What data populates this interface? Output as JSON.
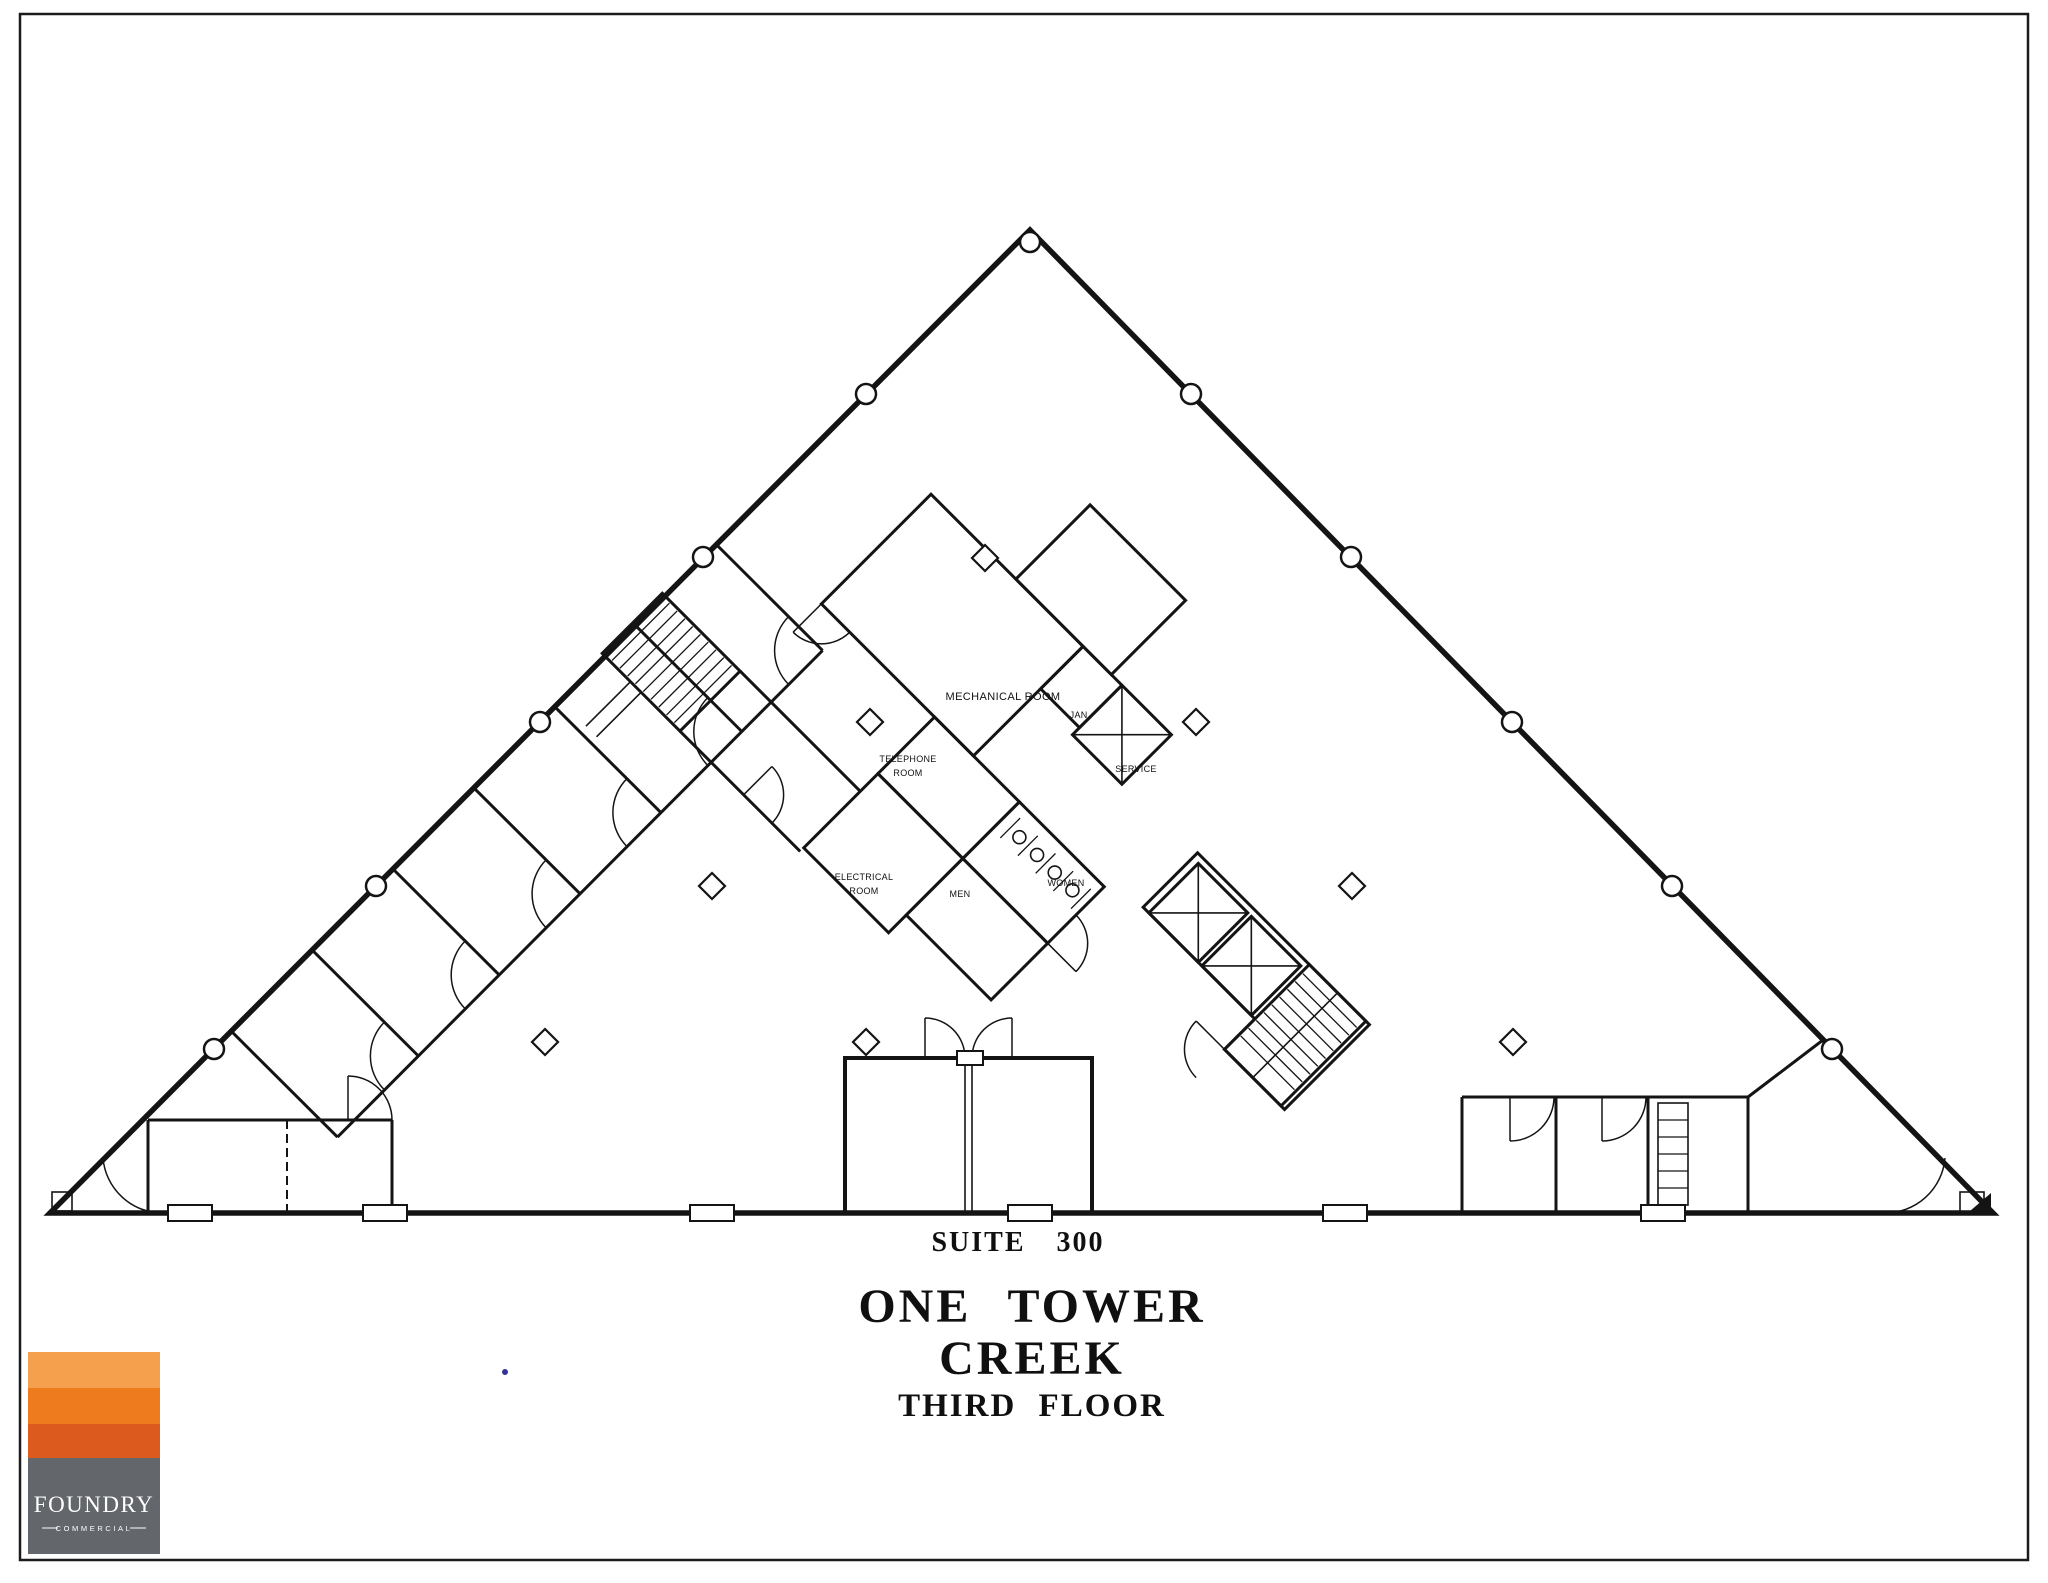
{
  "plan": {
    "suite_label": "SUITE 300",
    "building_line1": "ONE TOWER",
    "building_line2": "CREEK",
    "floor_label": "THIRD FLOOR",
    "rooms": {
      "mechanical": "MECHANICAL ROOM",
      "telephone_l1": "TELEPHONE",
      "telephone_l2": "ROOM",
      "electrical_l1": "ELECTRICAL",
      "electrical_l2": "ROOM",
      "jan": "JAN.",
      "service": "SERVICE",
      "men": "MEN",
      "women": "WOMEN"
    }
  },
  "logo": {
    "brand": "FOUNDRY",
    "division": "COMMERCIAL",
    "stripe_colors": [
      "#F5A04C",
      "#EE7C1E",
      "#DD5A1F"
    ],
    "panel_color": "#63666A"
  },
  "colors": {
    "ink": "#141414",
    "paper": "#ffffff"
  }
}
